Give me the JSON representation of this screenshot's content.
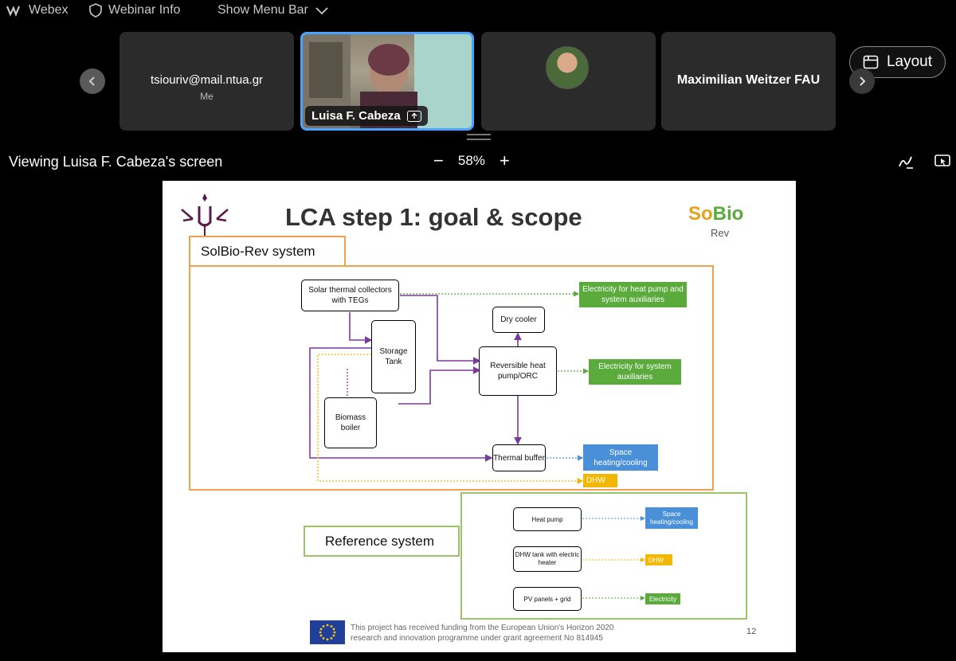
{
  "topbar": {
    "app_name": "Webex",
    "webinar_info": "Webinar Info",
    "show_menu_bar": "Show Menu Bar"
  },
  "participants": [
    {
      "name": "tsiouriv@mail.ntua.gr",
      "sub": "Me"
    },
    {
      "name": "Luisa F. Cabeza"
    },
    {
      "name": ""
    },
    {
      "name": "Maximilian Weitzer FAU"
    }
  ],
  "layout_button": "Layout",
  "viewing": {
    "label": "Viewing Luisa F. Cabeza's screen",
    "zoom_minus": "−",
    "zoom_level": "58%",
    "zoom_plus": "+"
  },
  "slide": {
    "title": "LCA step 1: goal & scope",
    "logo_sol": "So",
    "logo_bio": "Bio",
    "logo_rev": "Rev",
    "solbio_system_label": "SolBio-Rev system",
    "reference_system_label": "Reference system",
    "nodes": {
      "solar": "Solar thermal collectors with TEGs",
      "storage": "Storage Tank",
      "biomass": "Biomass boiler",
      "dry_cooler": "Dry cooler",
      "heat_pump_orc": "Reversible heat pump/ORC",
      "thermal_buffer": "Thermal buffer"
    },
    "outputs": {
      "elec_hp": "Electricity for heat pump and system auxiliaries",
      "elec_sys": "Electricity for system auxiliaries",
      "space": "Space heating/cooling",
      "dhw": "DHW"
    },
    "reference": {
      "heat_pump": "Heat pump",
      "dhw_tank": "DHW tank with electric heater",
      "pv": "PV panels + grid",
      "space": "Space heating/cooling",
      "dhw": "DHW",
      "electricity": "Electricity"
    },
    "footer_line1": "This project has received funding from the European Union's Horizon 2020",
    "footer_line2": "research and innovation programme under grant agreement No 814945",
    "page_number": "12"
  },
  "colors": {
    "orange": "#f0a050",
    "green_border": "#9bc36a",
    "purple": "#7a3b9a",
    "green_fill": "#5aaa3c",
    "blue_fill": "#4a90d8",
    "yellow_fill": "#f2b800"
  }
}
